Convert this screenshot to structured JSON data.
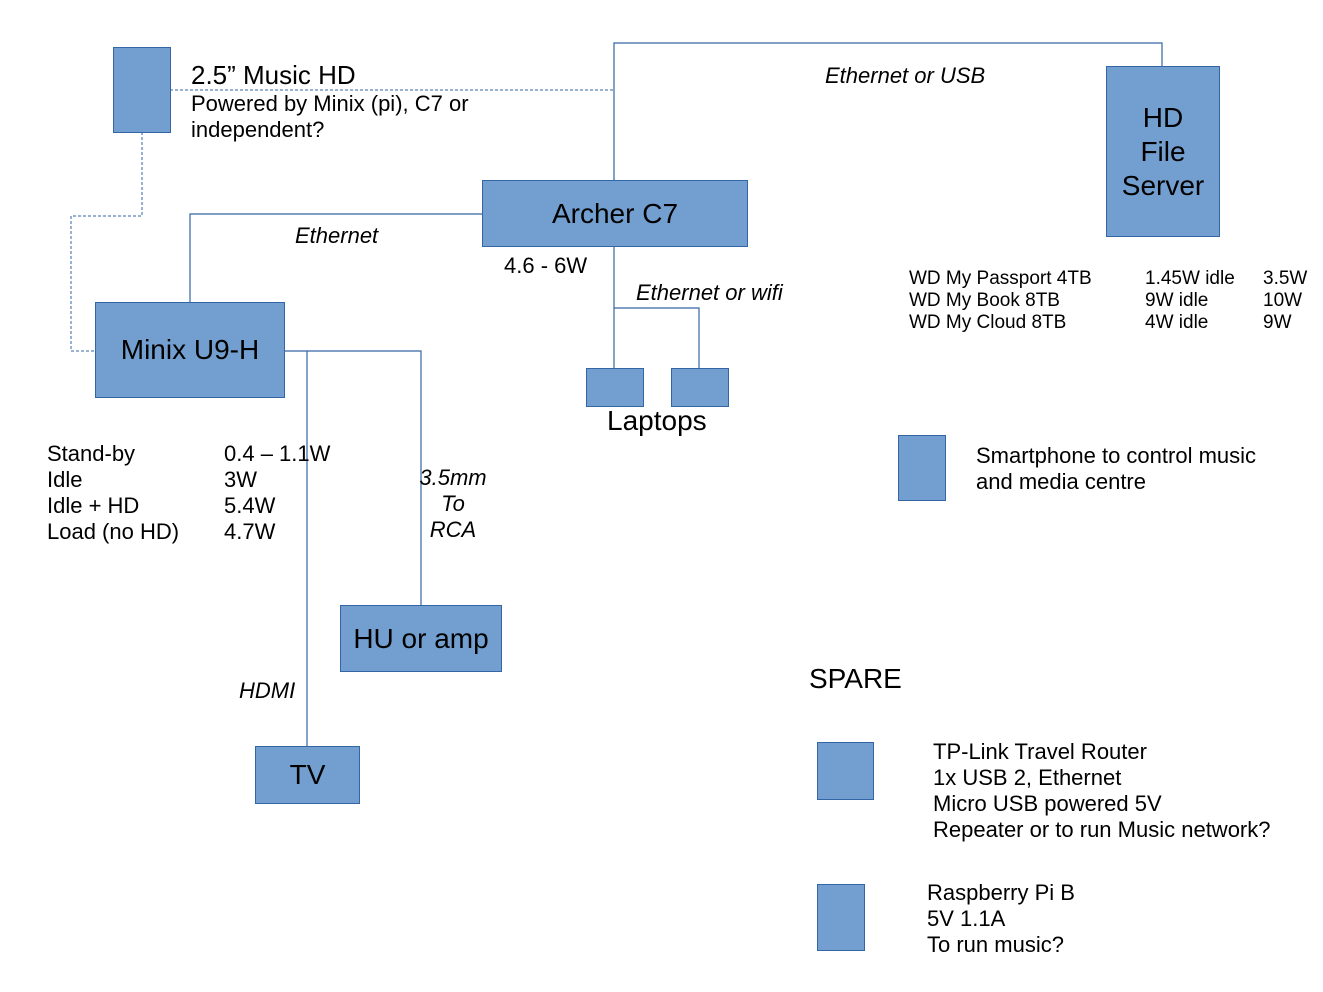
{
  "nodes": {
    "music_hd": "",
    "archer": "Archer C7",
    "hd_server": "HD\nFile\nServer",
    "minix": "Minix U9-H",
    "laptop_a": "",
    "laptop_b": "",
    "hu_amp": "HU or amp",
    "tv": "TV",
    "smartphone": "",
    "tplink": "",
    "rpi": ""
  },
  "labels": {
    "music_hd_title": "2.5” Music HD",
    "music_hd_desc": "Powered by Minix (pi), C7 or\nindependent?",
    "eth_or_usb": "Ethernet or USB",
    "ethernet": "Ethernet",
    "archer_power": "4.6 - 6W",
    "eth_or_wifi": "Ethernet or wifi",
    "laptops": "Laptops",
    "audio_link": "3.5mm\nTo\nRCA",
    "hdmi": "HDMI",
    "smartphone_desc": "Smartphone to control music\nand media centre",
    "spare": "SPARE",
    "tplink_desc": "TP-Link Travel Router\n1x USB 2, Ethernet\nMicro USB powered 5V\nRepeater or to run Music network?",
    "rpi_desc": "Raspberry Pi B\n5V 1.1A\nTo run music?"
  },
  "minix_power": {
    "names": "Stand-by\nIdle\nIdle + HD\nLoad (no HD)",
    "values": "0.4 – 1.1W\n3W\n5.4W\n4.7W"
  },
  "drives": {
    "names": "WD My Passport 4TB\nWD My Book 8TB\nWD My Cloud 8TB",
    "idle": "1.45W idle\n9W idle\n4W idle",
    "active": "3.5W\n10W\n9W"
  },
  "colors": {
    "box_fill": "#729fcf",
    "box_border": "#3465a4",
    "line": "#3465a4"
  }
}
